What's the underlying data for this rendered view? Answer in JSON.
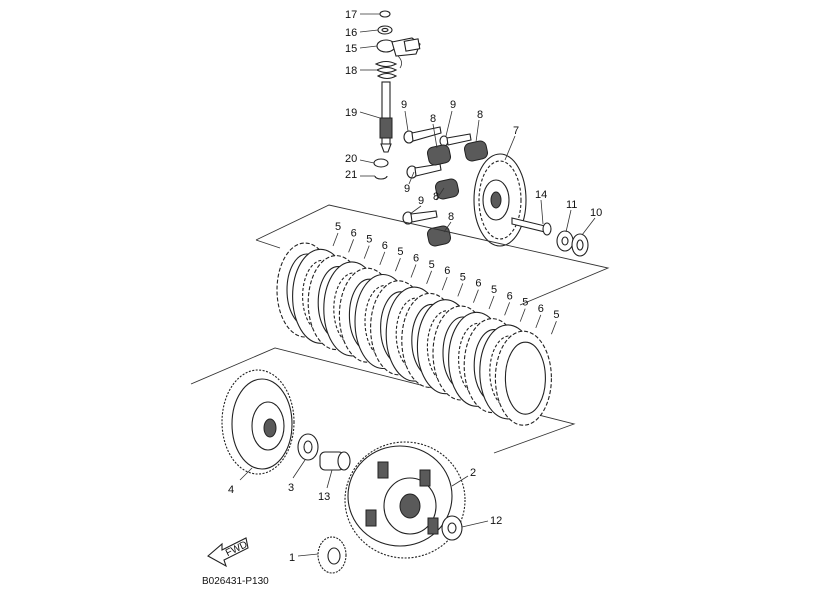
{
  "diagram": {
    "drawing_code": "B026431-P130",
    "fwd_label": "FWD",
    "callouts": [
      {
        "id": "c17",
        "text": "17"
      },
      {
        "id": "c16",
        "text": "16"
      },
      {
        "id": "c15",
        "text": "15"
      },
      {
        "id": "c18",
        "text": "18"
      },
      {
        "id": "c19",
        "text": "19"
      },
      {
        "id": "c20",
        "text": "20"
      },
      {
        "id": "c21",
        "text": "21"
      },
      {
        "id": "c9a",
        "text": "9"
      },
      {
        "id": "c9b",
        "text": "9"
      },
      {
        "id": "c8a",
        "text": "8"
      },
      {
        "id": "c8b",
        "text": "8"
      },
      {
        "id": "c7",
        "text": "7"
      },
      {
        "id": "c9c",
        "text": "9"
      },
      {
        "id": "c8c",
        "text": "8"
      },
      {
        "id": "c9d",
        "text": "9"
      },
      {
        "id": "c8d",
        "text": "8"
      },
      {
        "id": "c14",
        "text": "14"
      },
      {
        "id": "c11",
        "text": "11"
      },
      {
        "id": "c10",
        "text": "10"
      },
      {
        "id": "c5a",
        "text": "5"
      },
      {
        "id": "c6a",
        "text": "6"
      },
      {
        "id": "c5b",
        "text": "5"
      },
      {
        "id": "c6b",
        "text": "6"
      },
      {
        "id": "c5c",
        "text": "5"
      },
      {
        "id": "c6c",
        "text": "6"
      },
      {
        "id": "c5d",
        "text": "5"
      },
      {
        "id": "c6d",
        "text": "6"
      },
      {
        "id": "c5e",
        "text": "5"
      },
      {
        "id": "c6e",
        "text": "6"
      },
      {
        "id": "c5f",
        "text": "5"
      },
      {
        "id": "c6f",
        "text": "6"
      },
      {
        "id": "c5g",
        "text": "5"
      },
      {
        "id": "c6g",
        "text": "6"
      },
      {
        "id": "c5h",
        "text": "5"
      },
      {
        "id": "c4",
        "text": "4"
      },
      {
        "id": "c3",
        "text": "3"
      },
      {
        "id": "c13",
        "text": "13"
      },
      {
        "id": "c2",
        "text": "2"
      },
      {
        "id": "c12",
        "text": "12"
      },
      {
        "id": "c1",
        "text": "1"
      }
    ]
  }
}
